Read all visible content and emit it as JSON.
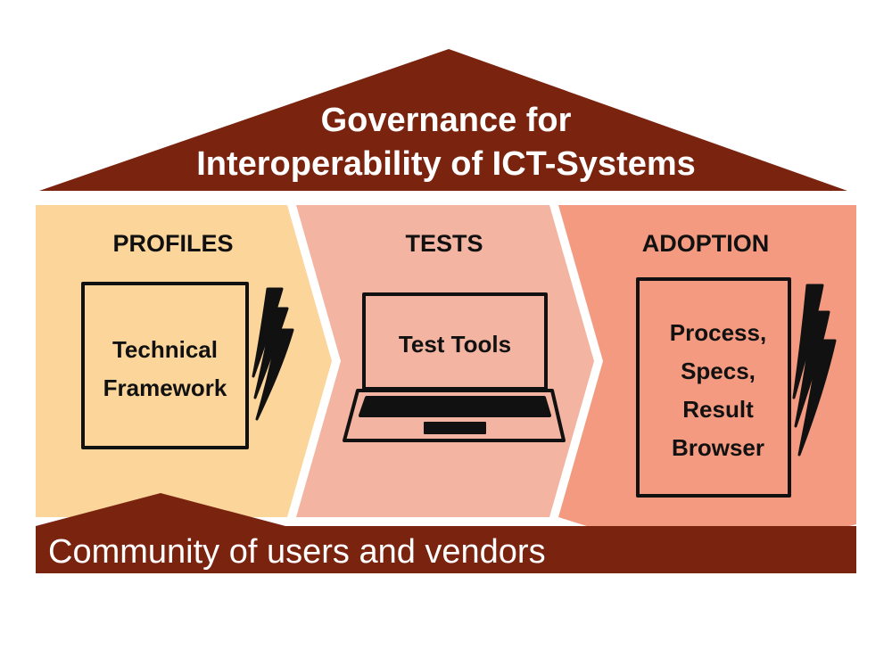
{
  "roof": {
    "line1": "Governance for",
    "line2": "Interoperability of ICT-Systems"
  },
  "columns": [
    {
      "title": "PROFILES",
      "icon": "document-stack-icon",
      "content": [
        "Technical",
        "Framework"
      ]
    },
    {
      "title": "TESTS",
      "icon": "laptop-icon",
      "content": [
        "Test Tools"
      ]
    },
    {
      "title": "ADOPTION",
      "icon": "document-stack-icon",
      "content": [
        "Process,",
        "Specs,",
        "Result",
        "Browser"
      ]
    }
  ],
  "foundation": {
    "text": "Community of users and vendors"
  },
  "colors": {
    "dark_brown": "#7a2410",
    "profiles_fill": "#fbd59a",
    "tests_fill": "#f3b5a2",
    "adoption_fill": "#f39a80",
    "outline": "#111111"
  }
}
